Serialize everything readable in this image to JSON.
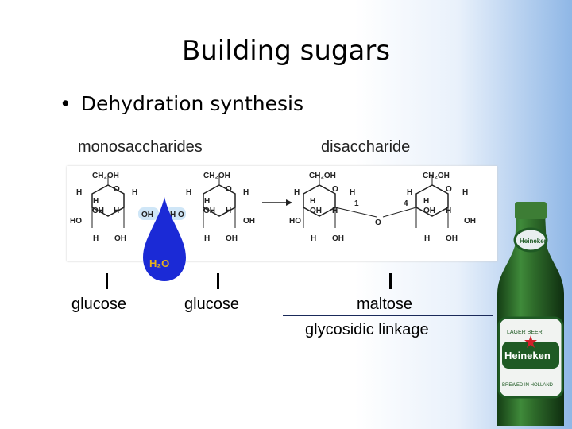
{
  "slide": {
    "title": "Building sugars",
    "bullet": "Dehydration synthesis"
  },
  "diagram": {
    "left_header": "monosaccharides",
    "right_header": "disaccharide",
    "water_label": "H₂O",
    "atoms": {
      "ch2oh": "CH₂OH",
      "h": "H",
      "oh": "OH",
      "ho": "HO",
      "o": "O",
      "num1": "1",
      "num4": "4"
    },
    "labels": {
      "glucose_1": "glucose",
      "glucose_2": "glucose",
      "maltose": "maltose",
      "linkage": "glycosidic linkage"
    }
  },
  "bottle": {
    "brand": "Heineken",
    "neck_text": "Heineken",
    "sub_text": "LAGER BEER",
    "bottom_text": "BREWED IN HOLLAND",
    "colors": {
      "glass": "#2e6b2a",
      "label": "#1f5a24",
      "star": "#d1202a",
      "foil": "#3d7d35"
    }
  },
  "colors": {
    "water_drop": "#1b2ad6",
    "background_accent": "#8fb7e6"
  }
}
